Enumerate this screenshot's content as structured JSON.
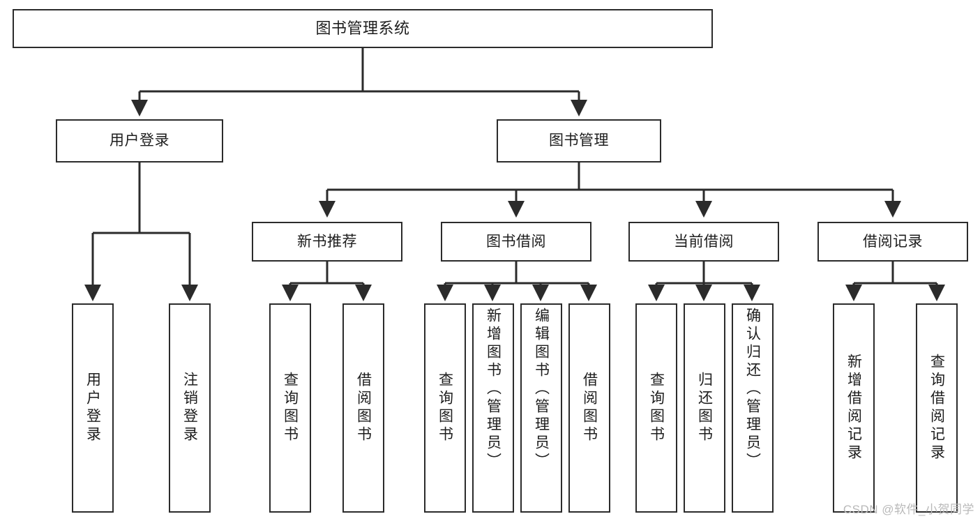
{
  "diagram": {
    "title": "图书管理系统",
    "type": "tree",
    "watermark": "CSDN @软件_小贺同学",
    "colors": {
      "box_border": "#2b2b2b",
      "box_fill": "#ffffff",
      "edge": "#2b2b2b",
      "text": "#1d1d1d",
      "watermark": "#b9b9b9"
    },
    "nodes": {
      "root": {
        "label": "图书管理系统"
      },
      "level2": [
        {
          "id": "user-login",
          "label": "用户登录"
        },
        {
          "id": "book-manage",
          "label": "图书管理"
        }
      ],
      "level3": [
        {
          "id": "new-book-recommend",
          "label": "新书推荐"
        },
        {
          "id": "book-borrow",
          "label": "图书借阅"
        },
        {
          "id": "current-borrow",
          "label": "当前借阅"
        },
        {
          "id": "borrow-record",
          "label": "借阅记录"
        }
      ],
      "leaves": {
        "user_login": [
          {
            "id": "leaf-user-login",
            "label": "用户登录"
          },
          {
            "id": "leaf-logout-login",
            "label": "注销登录"
          }
        ],
        "new_book_recommend": [
          {
            "id": "leaf-query-book-1",
            "label": "查询图书"
          },
          {
            "id": "leaf-borrow-book-1",
            "label": "借阅图书"
          }
        ],
        "book_borrow": [
          {
            "id": "leaf-query-book-2",
            "label": "查询图书"
          },
          {
            "id": "leaf-add-book",
            "label": "新增图书（管理员）"
          },
          {
            "id": "leaf-edit-book",
            "label": "编辑图书（管理员）"
          },
          {
            "id": "leaf-borrow-book-2",
            "label": "借阅图书"
          }
        ],
        "current_borrow": [
          {
            "id": "leaf-query-book-3",
            "label": "查询图书"
          },
          {
            "id": "leaf-return-book",
            "label": "归还图书"
          },
          {
            "id": "leaf-confirm-return",
            "label": "确认归还（管理员）"
          }
        ],
        "borrow_record": [
          {
            "id": "leaf-add-record",
            "label": "新增借阅记录"
          },
          {
            "id": "leaf-query-record",
            "label": "查询借阅记录"
          }
        ]
      }
    }
  }
}
